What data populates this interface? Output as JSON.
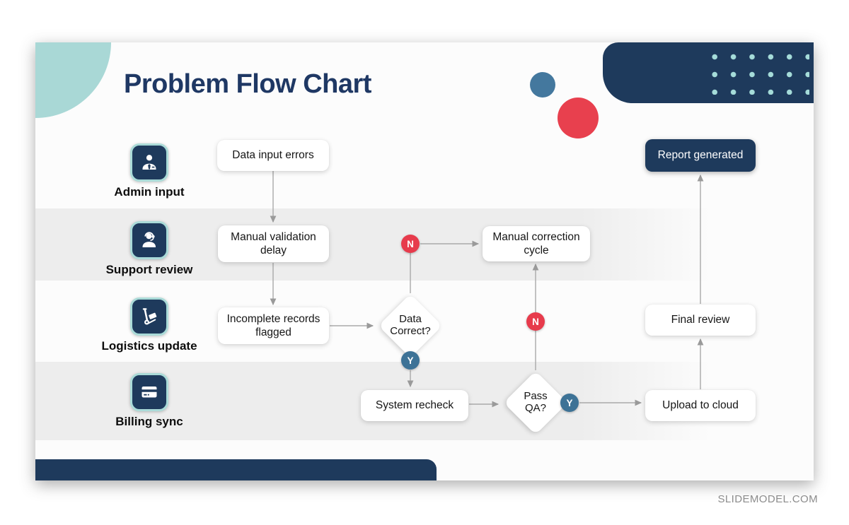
{
  "slide": {
    "title": "Problem Flow Chart",
    "watermark": "SLIDEMODEL.COM"
  },
  "lanes": [
    {
      "label": "Admin input",
      "icon": "admin-user-icon"
    },
    {
      "label": "Support review",
      "icon": "support-headset-icon"
    },
    {
      "label": "Logistics update",
      "icon": "handtruck-icon"
    },
    {
      "label": "Billing sync",
      "icon": "credit-card-icon"
    }
  ],
  "nodes": {
    "data_input_errors": "Data input errors",
    "manual_validation_delay": "Manual validation delay",
    "incomplete_records_flagged": "Incomplete records flagged",
    "data_correct": "Data Correct?",
    "manual_correction_cycle": "Manual correction cycle",
    "system_recheck": "System recheck",
    "pass_qa": "Pass QA?",
    "upload_to_cloud": "Upload to cloud",
    "final_review": "Final review",
    "report_generated": "Report generated"
  },
  "badges": {
    "yes": "Y",
    "no": "N"
  },
  "colors": {
    "navy": "#1e3a5c",
    "title_navy": "#1f3864",
    "teal": "#a9d8d6",
    "red": "#e8404e",
    "steel_blue": "#3d7296",
    "lane_gray": "#ededed",
    "arrow_gray": "#a9a9a9"
  }
}
